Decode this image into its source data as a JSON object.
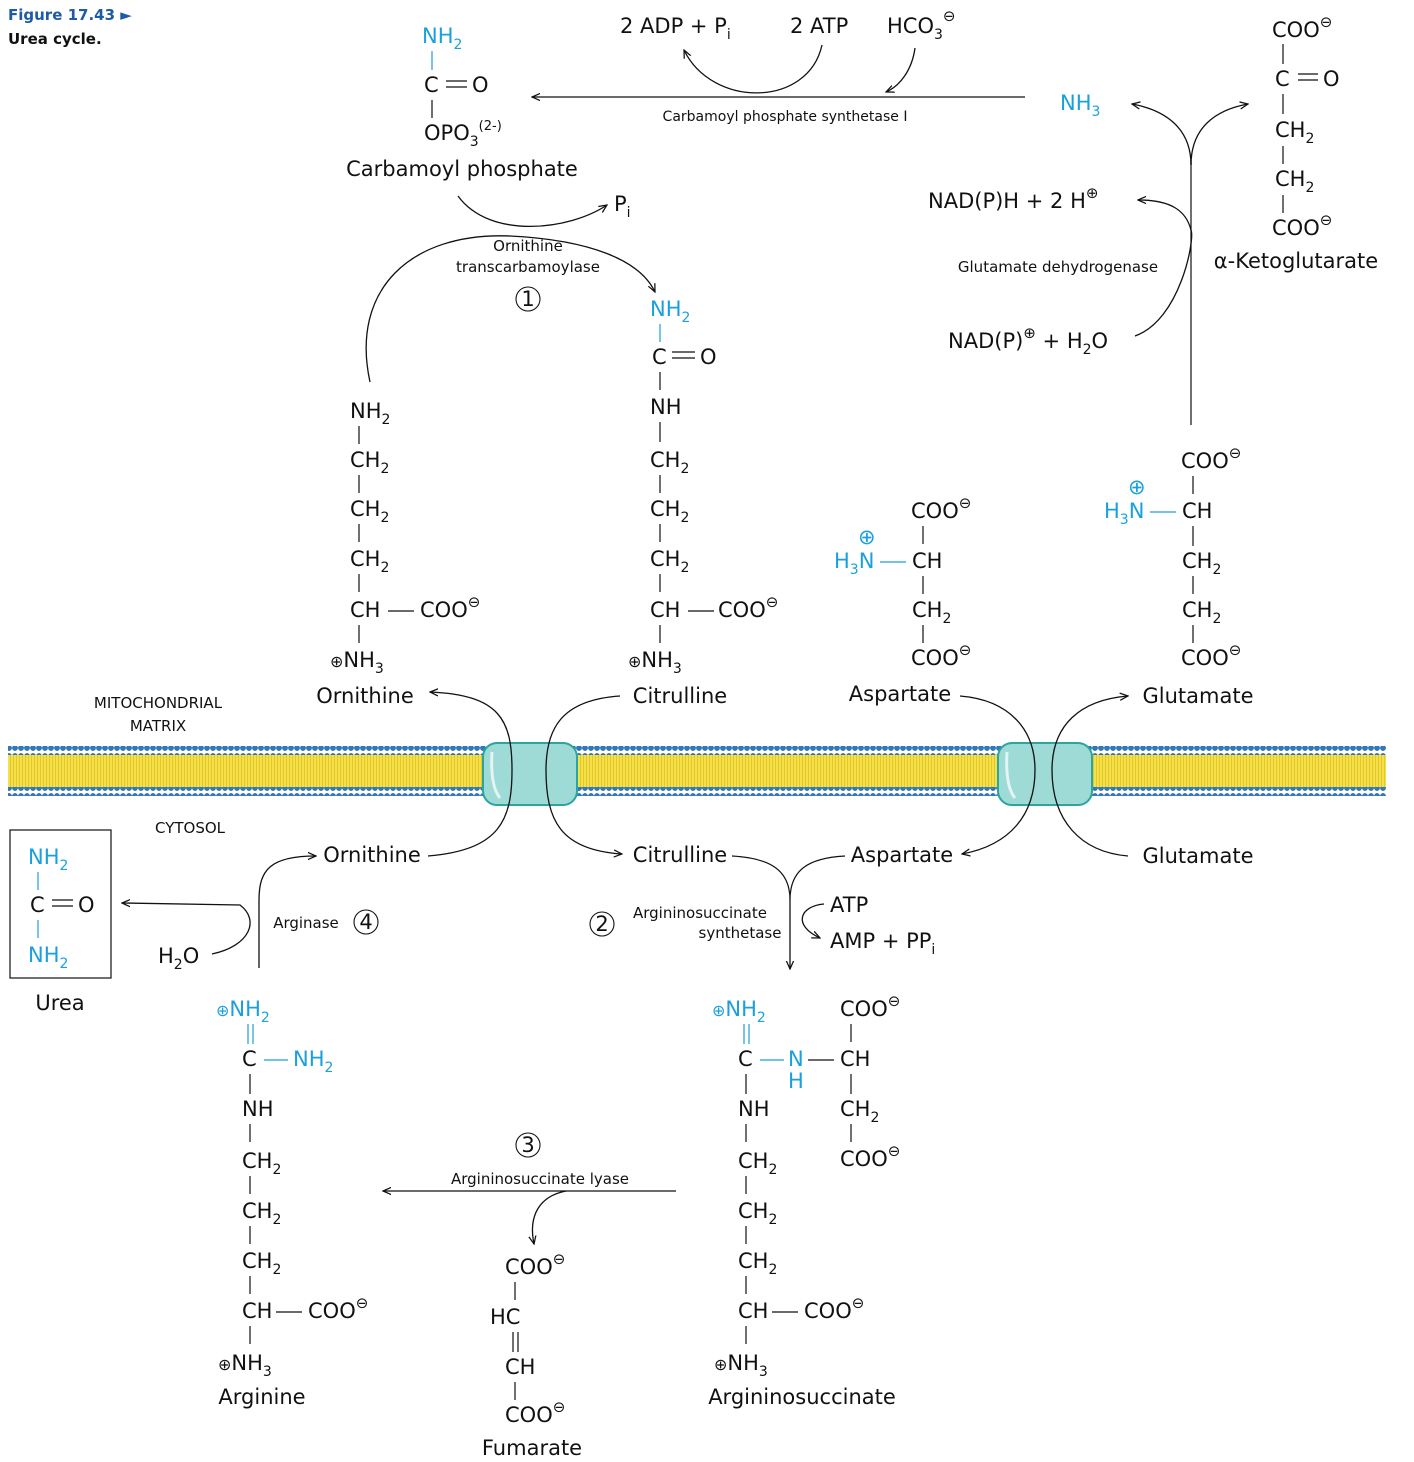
{
  "figure": {
    "label": "Figure 17.43 ►",
    "caption": "Urea cycle."
  },
  "compartments": {
    "matrix": [
      "MITOCHONDRIAL",
      "MATRIX"
    ],
    "cytosol": "CYTOSOL"
  },
  "compounds": {
    "carbamoyl_phosphate": "Carbamoyl phosphate",
    "ornithine": "Ornithine",
    "citrulline": "Citrulline",
    "aspartate": "Aspartate",
    "glutamate": "Glutamate",
    "alpha_ketoglutarate": "α-Ketoglutarate",
    "arginine": "Arginine",
    "argininosuccinate": "Argininosuccinate",
    "fumarate": "Fumarate",
    "urea": "Urea"
  },
  "enzymes": {
    "cps1": "Carbamoyl phosphate synthetase I",
    "gdh": "Glutamate dehydrogenase",
    "otc": [
      "Ornithine",
      "transcarbamoylase"
    ],
    "ass": [
      "Argininosuccinate",
      "synthetase"
    ],
    "asl": "Argininosuccinate lyase",
    "arginase": "Arginase"
  },
  "step_numbers": [
    "1",
    "2",
    "3",
    "4"
  ],
  "cofactors": {
    "adp_pi": "2 ADP + Pi",
    "atp2": "2 ATP",
    "hco3": "HCO3⊖",
    "nh3": "NH3",
    "nadph": "NAD(P)H + 2 H⊕",
    "nadp": "NAD(P)⊕ + H2O",
    "pi": "Pi",
    "atp": "ATP",
    "amp_ppi": "AMP + PPi",
    "h2o": "H2O"
  },
  "colors": {
    "nitrogen_blue": "#1aa0dc",
    "membrane_yellow": "#f6e04a",
    "head_blue": "#2c7bbf",
    "transporter": "#9edad6",
    "caption": "#1d5aa8"
  }
}
